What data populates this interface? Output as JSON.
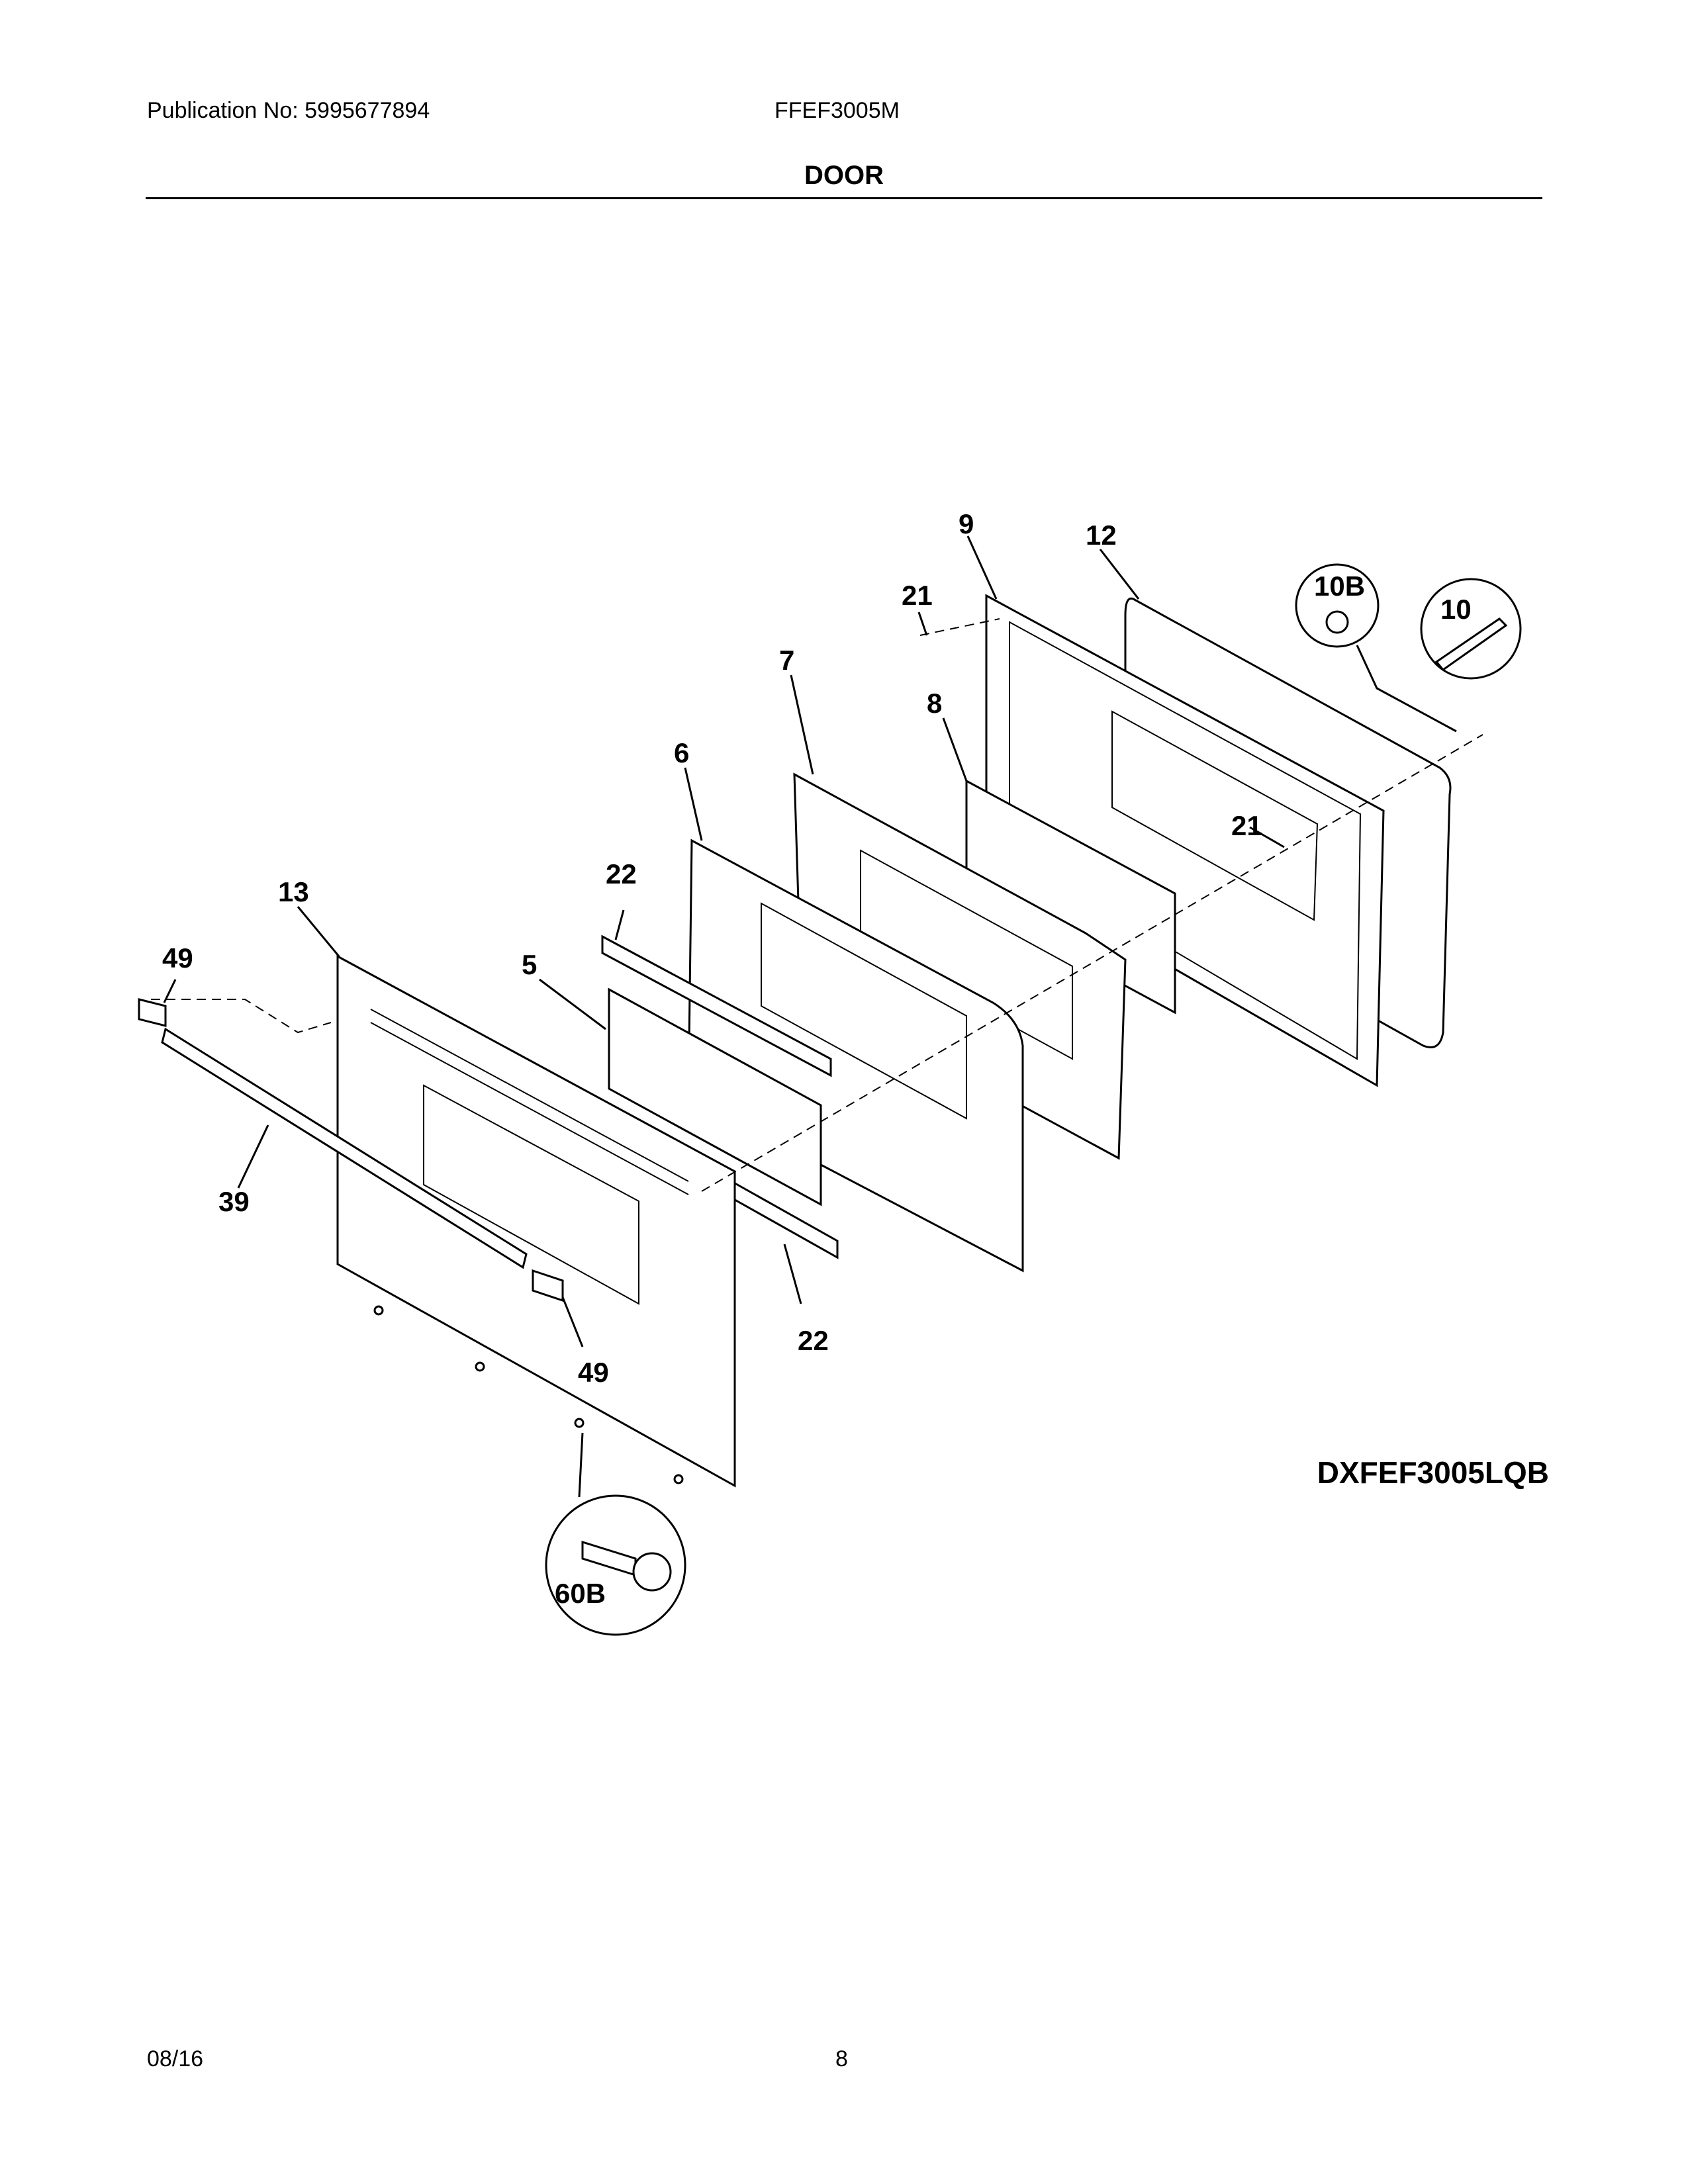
{
  "header": {
    "publication": "Publication No: 5995677894",
    "model": "FFEF3005M",
    "section": "DOOR"
  },
  "diagram": {
    "reference": "DXFEF3005LQB",
    "callouts": [
      "9",
      "12",
      "10B",
      "10",
      "21",
      "7",
      "8",
      "6",
      "22",
      "13",
      "49",
      "5",
      "21",
      "39",
      "22",
      "49",
      "60B"
    ]
  },
  "footer": {
    "date": "08/16",
    "page": "8"
  }
}
